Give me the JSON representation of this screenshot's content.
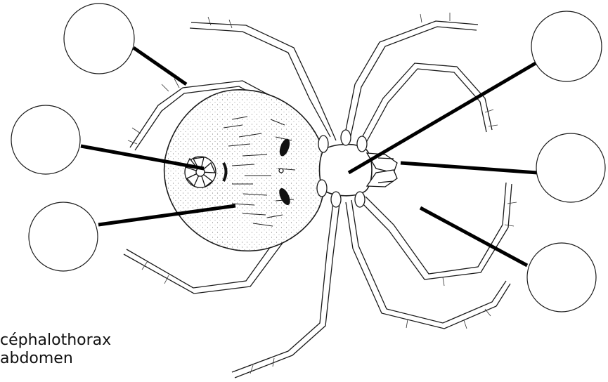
{
  "word_bank": {
    "items": [
      "céphalothorax",
      "abdomen"
    ]
  },
  "label_circles": [
    {
      "id": "circle-1",
      "answer": ""
    },
    {
      "id": "circle-2",
      "answer": ""
    },
    {
      "id": "circle-3",
      "answer": ""
    },
    {
      "id": "circle-4",
      "answer": ""
    },
    {
      "id": "circle-5",
      "answer": ""
    },
    {
      "id": "circle-6",
      "answer": ""
    }
  ],
  "colors": {
    "ink": "#000000",
    "paper": "#ffffff"
  }
}
